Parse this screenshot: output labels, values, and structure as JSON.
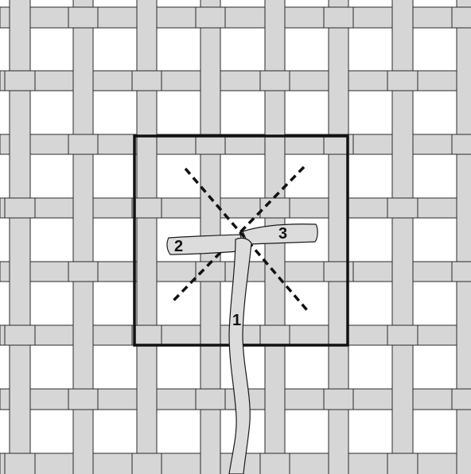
{
  "diagram": {
    "steps": [
      {
        "label": "1",
        "name": "thread-emerges"
      },
      {
        "label": "2",
        "name": "thread-left-half"
      },
      {
        "label": "3",
        "name": "thread-right-half"
      }
    ]
  }
}
